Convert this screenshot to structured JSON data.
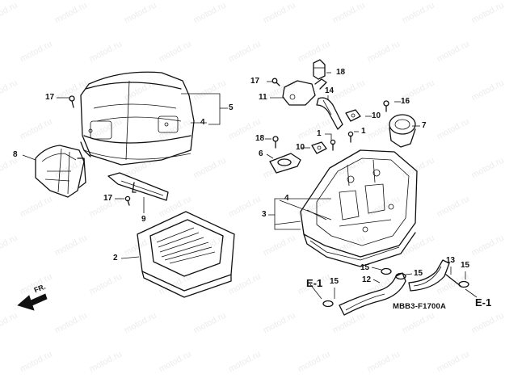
{
  "watermark": "motod.ru",
  "direction_label": "FR.",
  "diagram_code": "MBB3-F1700A",
  "references": {
    "left": "E-1",
    "right": "E-1"
  },
  "callouts": {
    "c1a": "1",
    "c1b": "1",
    "c2": "2",
    "c3": "3",
    "c4a": "4",
    "c4b": "4",
    "c5": "5",
    "c6": "6",
    "c7": "7",
    "c8": "8",
    "c9": "9",
    "c10a": "10",
    "c10b": "10",
    "c11": "11",
    "c12": "12",
    "c13": "13",
    "c14": "14",
    "c15a": "15",
    "c15b": "15",
    "c15c": "15",
    "c15d": "15",
    "c16": "16",
    "c17a": "17",
    "c17b": "17",
    "c17c": "17",
    "c18a": "18",
    "c18b": "18"
  }
}
